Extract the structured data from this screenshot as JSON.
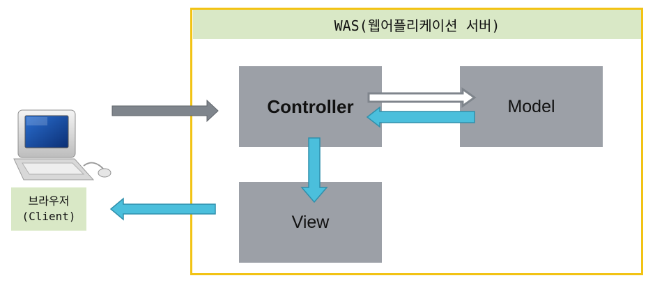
{
  "was": {
    "title": "WAS(웹어플리케이션 서버)"
  },
  "components": {
    "controller": "Controller",
    "model": "Model",
    "view": "View"
  },
  "client": {
    "line1": "브라우저",
    "line2": "(Client)"
  },
  "colors": {
    "container_border": "#f2c314",
    "header_bg": "#d9e8c6",
    "box_fill": "#9ca0a7",
    "arrow_gray": "#7f858c",
    "arrow_blue": "#4bbfdc"
  },
  "icons": {
    "client": "computer-icon"
  }
}
